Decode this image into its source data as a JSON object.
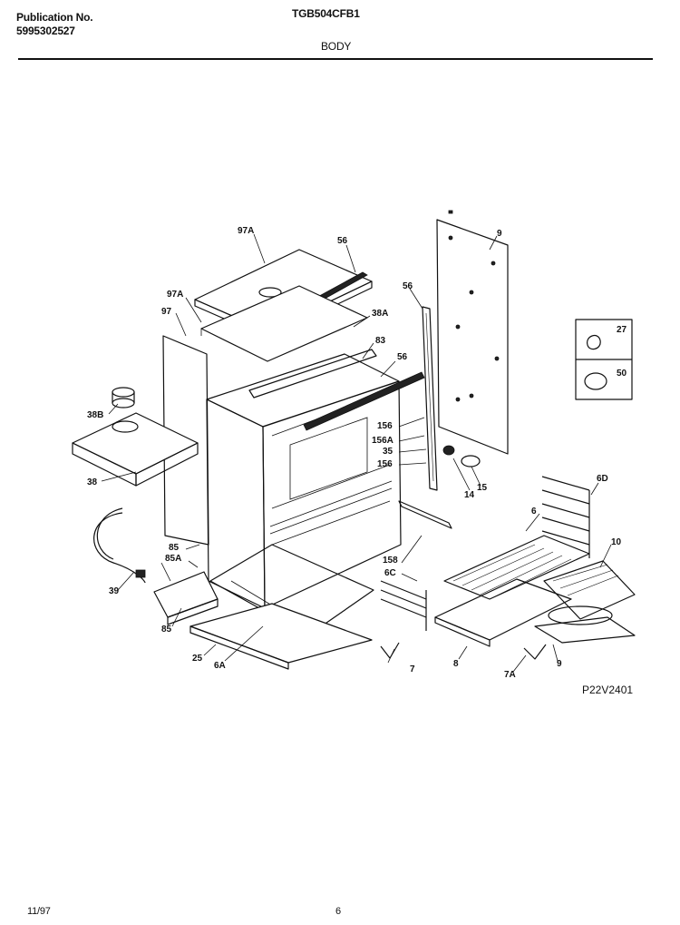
{
  "header": {
    "publication_label": "Publication No.",
    "publication_number": "5995302527",
    "model": "TGB504CFB1",
    "section": "BODY"
  },
  "diagram": {
    "drawing_code": "P22V2401",
    "callouts": [
      "97A",
      "56",
      "9",
      "97A",
      "97",
      "38A",
      "56",
      "83",
      "56",
      "38B",
      "38",
      "156",
      "156A",
      "35",
      "156",
      "14",
      "15",
      "27",
      "50",
      "6D",
      "6",
      "10",
      "85",
      "85A",
      "39",
      "85",
      "25",
      "6A",
      "158",
      "6C",
      "7",
      "8",
      "7A",
      "9"
    ]
  },
  "footer": {
    "date": "11/97",
    "page_number": "6"
  }
}
